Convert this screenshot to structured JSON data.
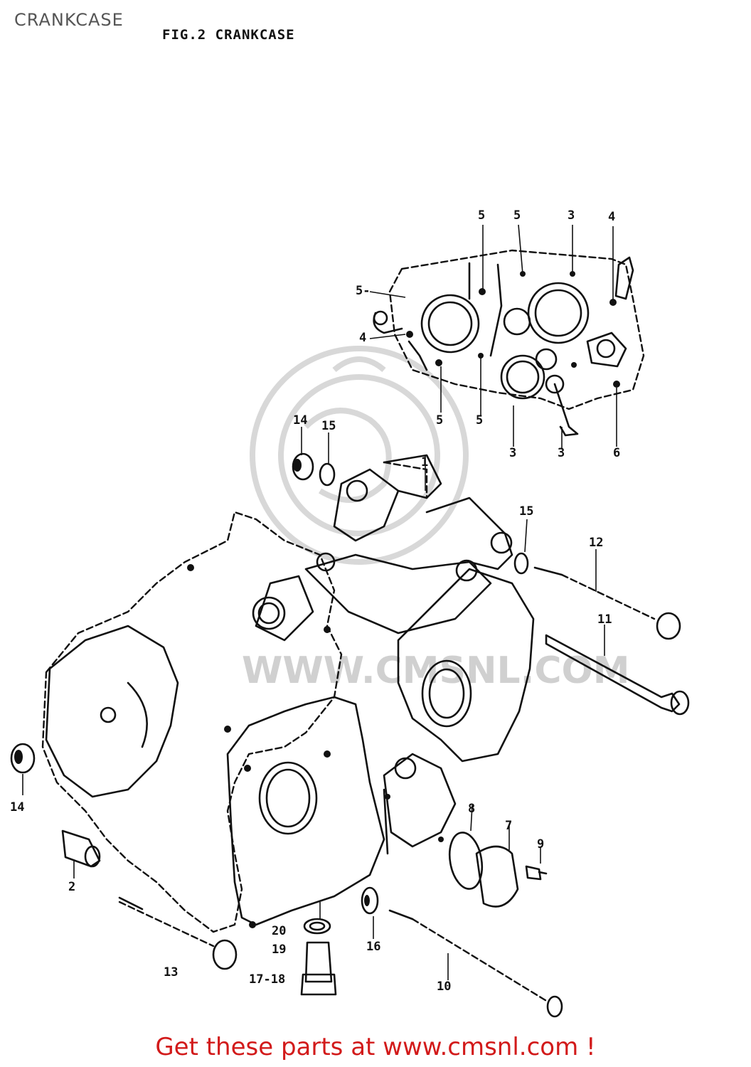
{
  "page": {
    "title": "CRANKCASE"
  },
  "figure": {
    "caption": "FIG.2 CRANKCASE"
  },
  "callouts": {
    "c5a": "5",
    "c5b": "5",
    "c3a": "3",
    "c4a": "4",
    "c5c": "5-",
    "c4b": "4",
    "c5d": "5",
    "c5e": "5",
    "c3b": "3",
    "c3c": "3",
    "c6": "6",
    "c14a": "14",
    "c15a": "15",
    "c1": "1",
    "c15b": "15",
    "c12": "12",
    "c11": "11",
    "c14b": "14",
    "c2": "2",
    "c13": "13",
    "c20": "20",
    "c19": "19",
    "c17": "17-18",
    "c16": "16",
    "c10": "10",
    "c8": "8",
    "c7": "7",
    "c9": "9"
  },
  "watermark": {
    "text": "WWW.CMSNL.COM"
  },
  "footer": {
    "link_text": "Get these parts at www.cmsnl.com !"
  },
  "icons": {
    "logo": "cmsnl-watermark-icon"
  }
}
